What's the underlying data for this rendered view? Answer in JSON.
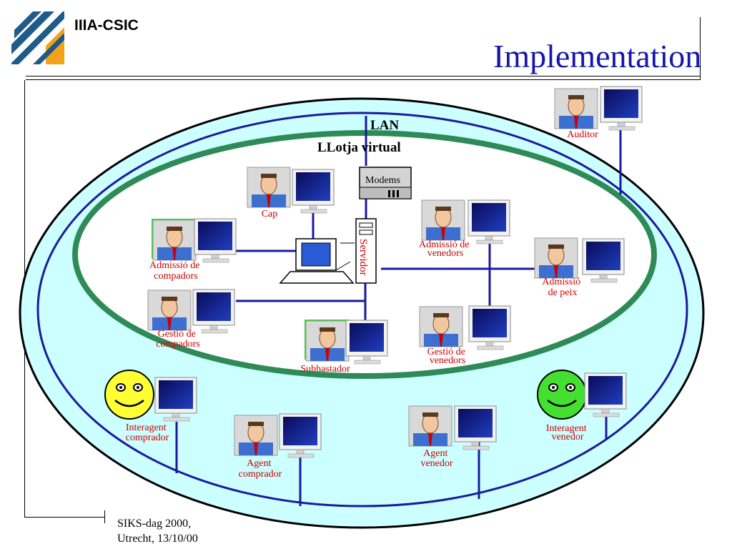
{
  "header": {
    "org_name": "IIIA-CSIC",
    "title": "Implementation"
  },
  "footer": {
    "line1": "SIKS-dag 2000,",
    "line2": "Utrecht, 13/10/00"
  },
  "diagram": {
    "lan_label": "LAN",
    "inner_label": "LLotja virtual",
    "modems_label": "Modems",
    "server_label": "Servidor",
    "agents": {
      "auditor": [
        "Auditor"
      ],
      "cap": [
        "Cap"
      ],
      "admissio_compradors": [
        "Admissió de",
        "compadors"
      ],
      "gestio_compradors": [
        "Gestió de",
        "compadors"
      ],
      "subhastador": [
        "Subhastador"
      ],
      "admissio_venedors": [
        "Admissió de",
        "venedors"
      ],
      "admissio_peix": [
        "Admissió",
        "de peix"
      ],
      "gestio_venedors": [
        "Gestió de",
        "venedors"
      ],
      "interagent_comprador": [
        "Interagent",
        "comprador"
      ],
      "agent_comprador": [
        "Agent",
        "comprador"
      ],
      "agent_venedor": [
        "Agent",
        "venedor"
      ],
      "interagent_venedor": [
        "Interagent",
        "venedor"
      ]
    }
  },
  "colors": {
    "title": "#1515b0",
    "lan_line": "#1a1aa0",
    "outer_fill": "#ccffff",
    "inner_ring": "#2e8b57",
    "agent_label": "#cc0000",
    "logo": "#1e5a8a",
    "logo_accent": "#f3a21b"
  }
}
